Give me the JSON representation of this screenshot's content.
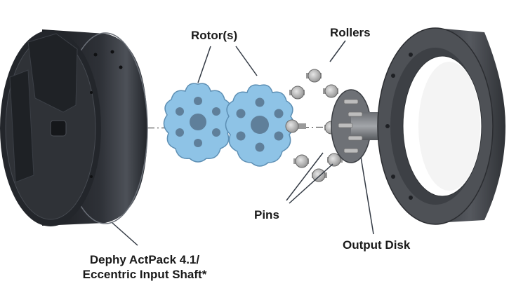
{
  "labels": {
    "rotors": "Rotor(s)",
    "rollers": "Rollers",
    "pins": "Pins",
    "output_disk": "Output Disk",
    "actpack_line1": "Dephy ActPack 4.1/",
    "actpack_line2": "Eccentric Input Shaft*"
  },
  "colors": {
    "rotor": "#8ec3e6",
    "housing_dark": "#2a2d33",
    "output_housing": "#4a4d52",
    "roller": "#c9c9c9",
    "leader_line": "#333a44"
  }
}
